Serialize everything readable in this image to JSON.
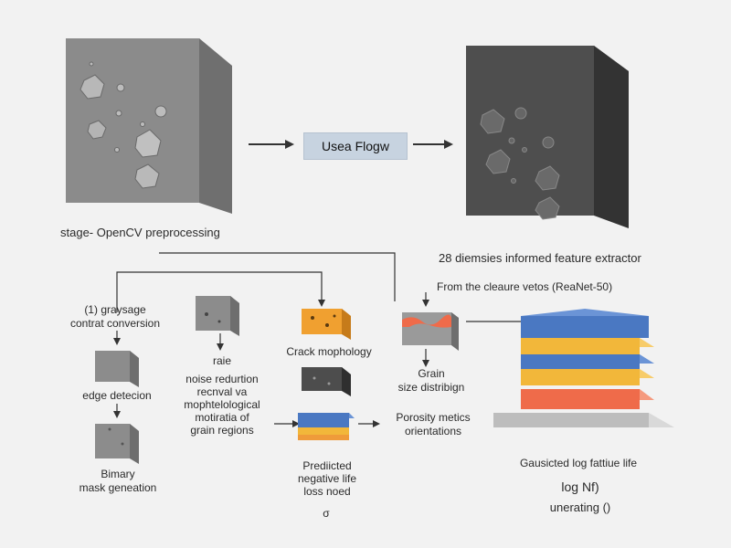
{
  "stage_label": "stage- OpenCV preprocessing",
  "flow_box": "Usea Flogw",
  "extractor_label": "28 diemsies informed feature extractor",
  "resnet_label": "From the cleaure vetos (ReaNet-50)",
  "steps": {
    "grayscale": [
      "(1) graysage",
      "contrat conversion"
    ],
    "edge": [
      "edge detecion"
    ],
    "binary": [
      "Bimary",
      "mask geneation"
    ],
    "noise": [
      "raie",
      "",
      "noise redurtion",
      "recnval va",
      "mophtelological",
      "motiratia of",
      "grain regions"
    ],
    "crack": [
      "Crack mophology"
    ],
    "grain": [
      "Grain",
      "size distribign"
    ],
    "porosity": [
      "Porosity metics",
      "orientations"
    ],
    "predicted": [
      "Prediicted",
      "negative life",
      "loss noed"
    ],
    "fatigue": [
      "Gausicted log fattiue life"
    ],
    "logn": [
      "log Nf)"
    ],
    "uncertainty": [
      "unerating ()"
    ],
    "sigma": [
      "σ"
    ]
  },
  "colors": {
    "arrow": "#333333",
    "orange": "#f0a030",
    "blue": "#4a78c2",
    "yellow": "#f2b73a",
    "red": "#ef6b4a",
    "gray_cube": "#8a8a8a",
    "dark_cube": "#4d4d4d"
  }
}
